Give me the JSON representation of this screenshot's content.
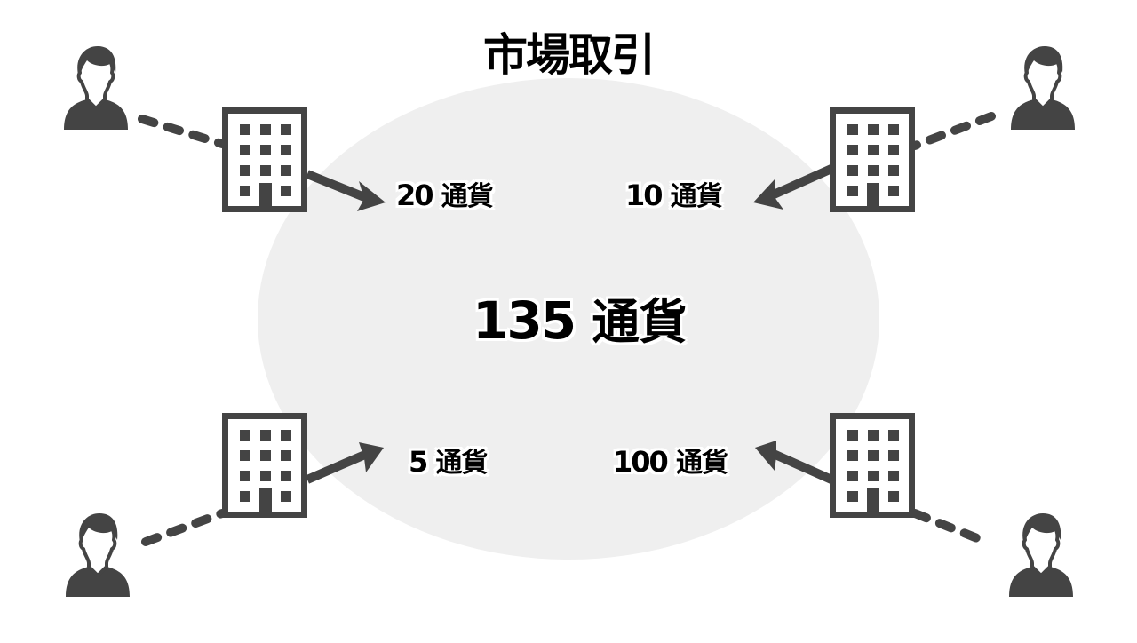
{
  "title": "市場取引",
  "colors": {
    "pool_fill": "#efefef",
    "icon_dark": "#444444",
    "text": "#000000",
    "background": "#ffffff"
  },
  "pool": {
    "total_amount": "135",
    "total_unit": "通貨"
  },
  "participants": [
    {
      "position": "top-left",
      "direction": "in",
      "amount": "20",
      "unit": "通貨",
      "icons": [
        "person-icon",
        "building-icon"
      ]
    },
    {
      "position": "top-right",
      "direction": "out",
      "amount": "10",
      "unit": "通貨",
      "icons": [
        "person-icon",
        "building-icon"
      ]
    },
    {
      "position": "bottom-left",
      "direction": "in",
      "amount": "5",
      "unit": "通貨",
      "icons": [
        "person-icon",
        "building-icon"
      ]
    },
    {
      "position": "bottom-right",
      "direction": "out",
      "amount": "100",
      "unit": "通貨",
      "icons": [
        "person-icon",
        "building-icon"
      ]
    }
  ]
}
